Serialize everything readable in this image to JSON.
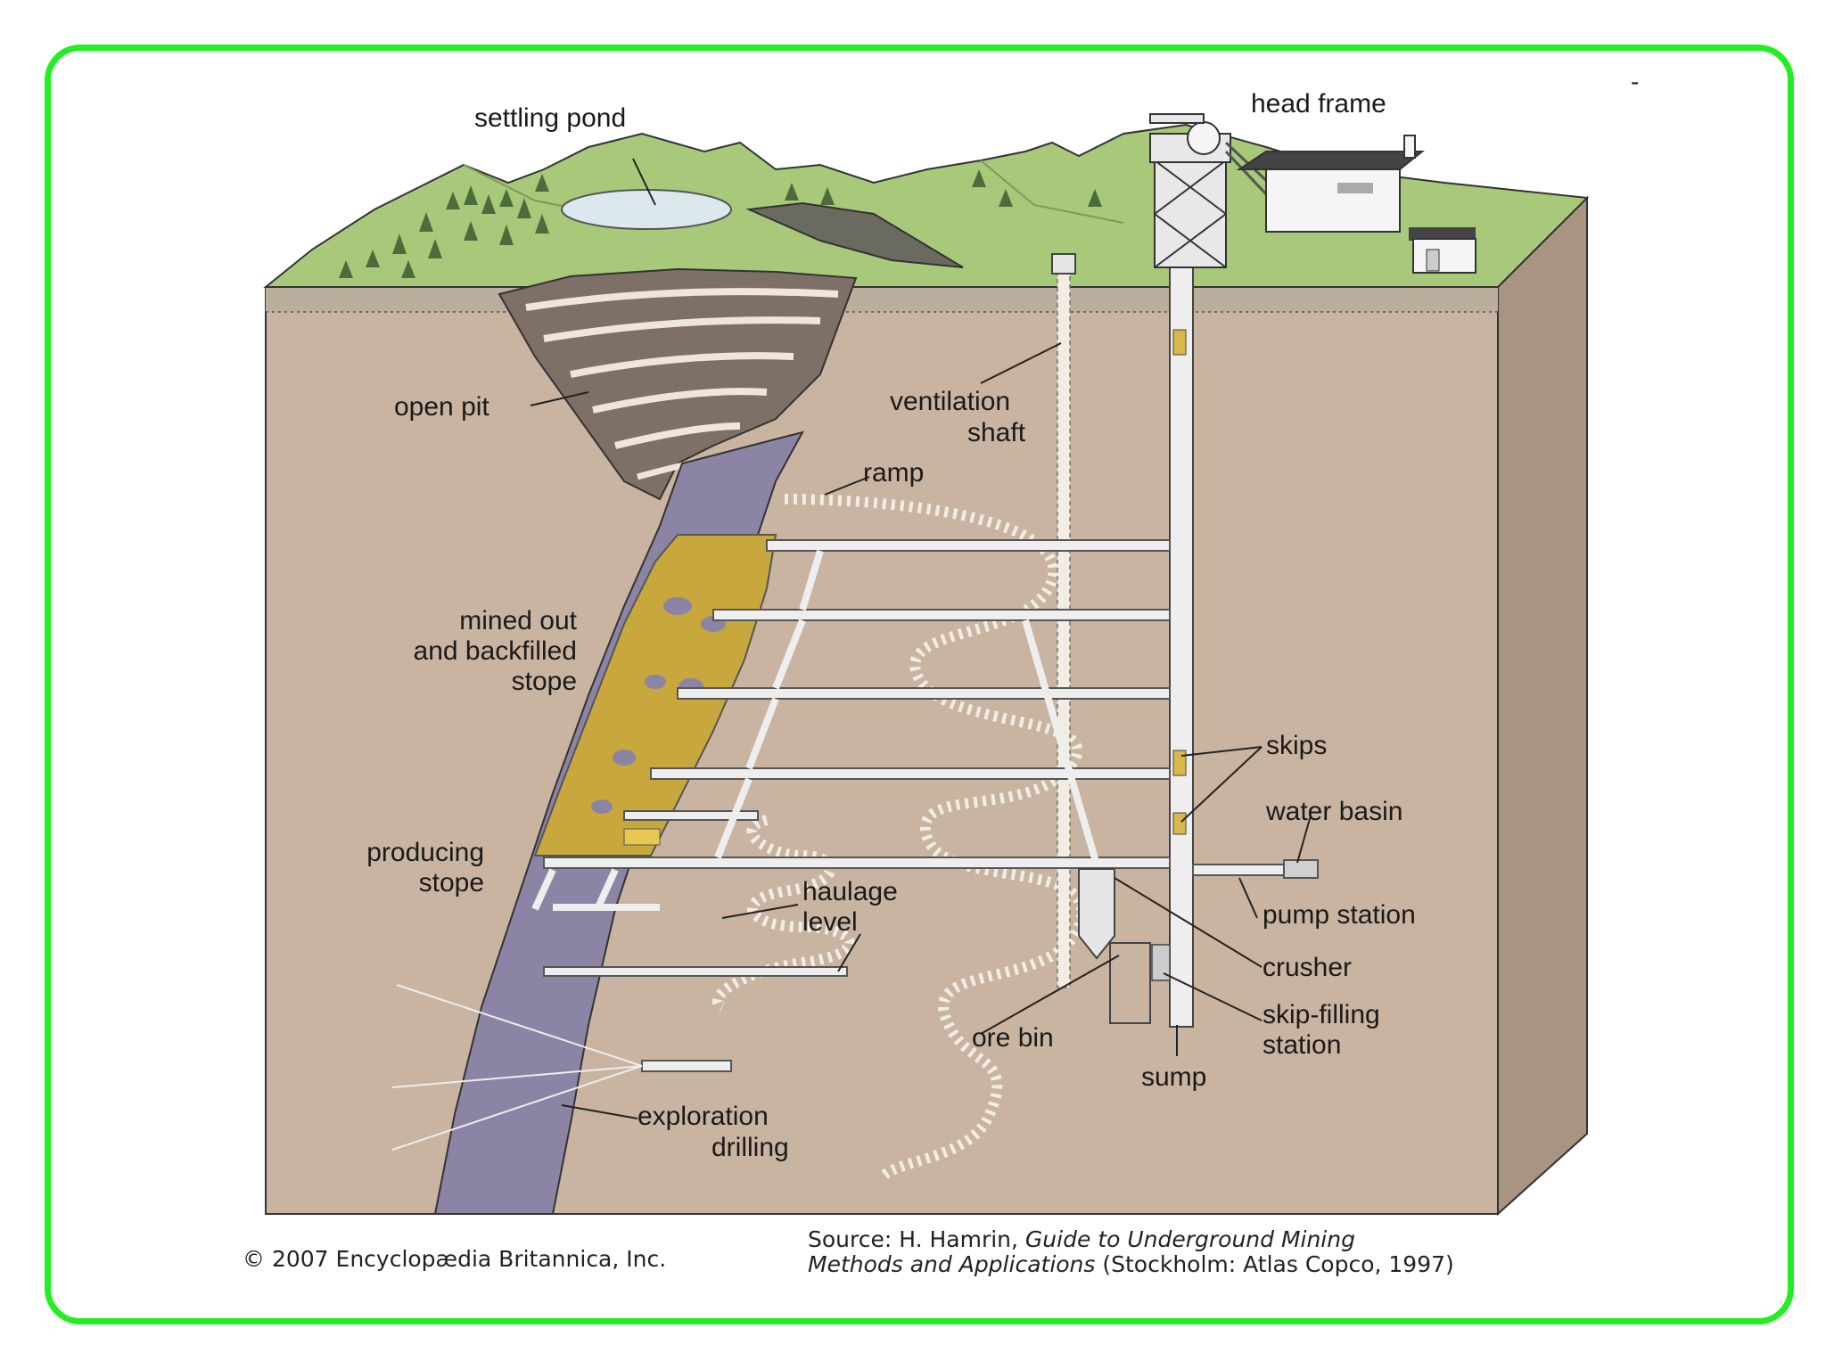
{
  "labels": {
    "settling_pond": "settling pond",
    "head_frame": "head frame",
    "open_pit": "open pit",
    "ventilation_1": "ventilation",
    "ventilation_2": "shaft",
    "ramp": "ramp",
    "mined_1": "mined out",
    "mined_2": "and backfilled",
    "mined_3": "stope",
    "skips": "skips",
    "water_basin": "water basin",
    "producing_1": "producing",
    "producing_2": "stope",
    "haulage_1": "haulage",
    "haulage_2": "level",
    "pump_station": "pump station",
    "crusher": "crusher",
    "skip_filling_1": "skip-filling",
    "skip_filling_2": "station",
    "ore_bin": "ore bin",
    "sump": "sump",
    "exploration_1": "exploration",
    "exploration_2": "drilling"
  },
  "corner_mark": "-",
  "footer": {
    "copyright": "© 2007 Encyclopædia Britannica, Inc.",
    "source_prefix": "Source: H. Hamrin, ",
    "source_title_1": "Guide to Underground Mining",
    "source_title_2": "Methods and Applications",
    "source_suffix": " (Stockholm: Atlas Copco, 1997)"
  },
  "colors": {
    "frame": "#22ee22",
    "rock": "#c8b4a0",
    "rock_side": "#a89480",
    "grass": "#a8c87a",
    "orebody": "#8c84a4",
    "backfill": "#c8a83c",
    "tunnel": "#eeeeee"
  }
}
